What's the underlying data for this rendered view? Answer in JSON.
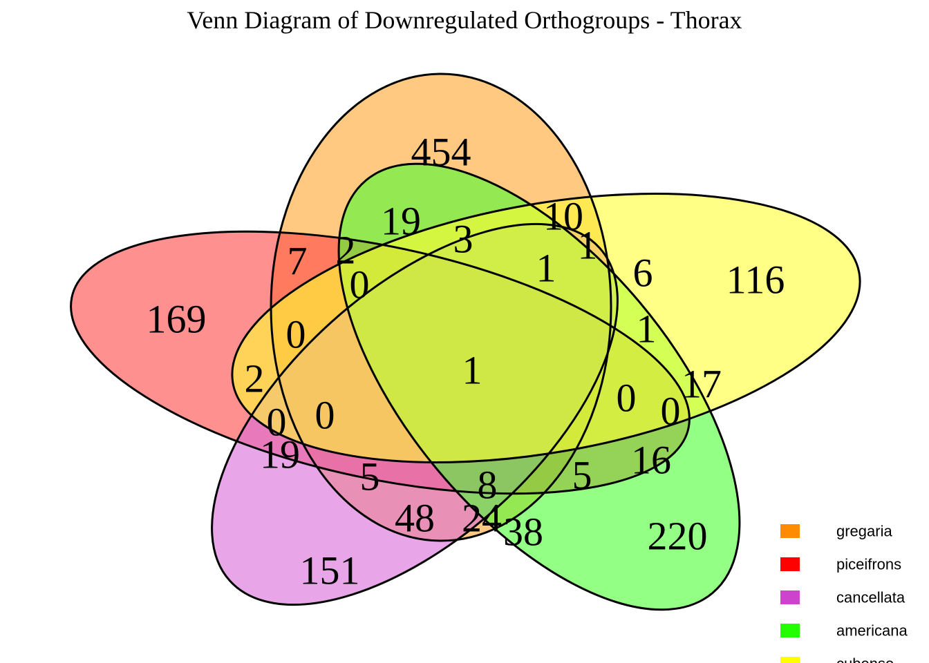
{
  "title": "Venn Diagram of Downregulated Orthogroups - Thorax",
  "sets": [
    {
      "name": "gregaria",
      "color": "#FF8C00"
    },
    {
      "name": "piceifrons",
      "color": "#FF0000"
    },
    {
      "name": "cancellata",
      "color": "#CC44CC"
    },
    {
      "name": "americana",
      "color": "#22FF00"
    },
    {
      "name": "cubense",
      "color": "#FFFF00"
    }
  ],
  "region_labels": [
    "454",
    "169",
    "116",
    "151",
    "220",
    "19",
    "10",
    "7",
    "2",
    "3",
    "1",
    "6",
    "0",
    "1",
    "1",
    "0",
    "2",
    "17",
    "0",
    "0",
    "0",
    "0",
    "19",
    "5",
    "8",
    "5",
    "16",
    "48",
    "24",
    "38",
    "1"
  ],
  "legend": [
    "gregaria",
    "piceifrons",
    "cancellata",
    "americana",
    "cubense"
  ]
}
